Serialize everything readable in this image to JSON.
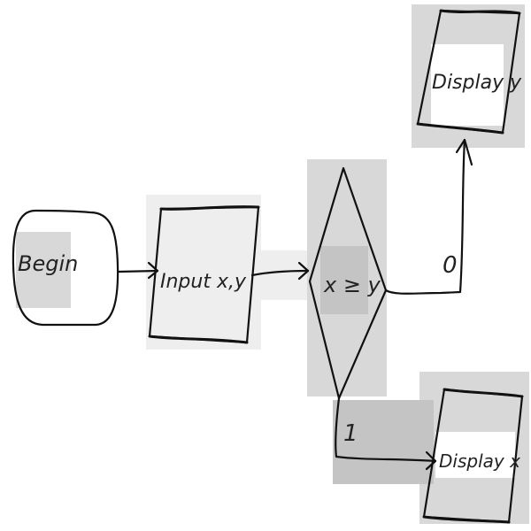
{
  "diagram": {
    "nodes": {
      "begin": {
        "label": "Begin",
        "shape": "terminal"
      },
      "input": {
        "label": "Input x,y",
        "shape": "io"
      },
      "decision": {
        "label": "x ≥ y",
        "shape": "decision"
      },
      "display_y": {
        "label": "Display y",
        "shape": "io"
      },
      "display_x": {
        "label": "Display x",
        "shape": "io"
      }
    },
    "edges": {
      "begin_to_input": {
        "from": "begin",
        "to": "input",
        "label": ""
      },
      "input_to_decision": {
        "from": "input",
        "to": "decision",
        "label": ""
      },
      "decision_to_display_y": {
        "from": "decision",
        "to": "display_y",
        "label": "0"
      },
      "decision_to_display_x": {
        "from": "decision",
        "to": "display_x",
        "label": "1"
      }
    }
  }
}
